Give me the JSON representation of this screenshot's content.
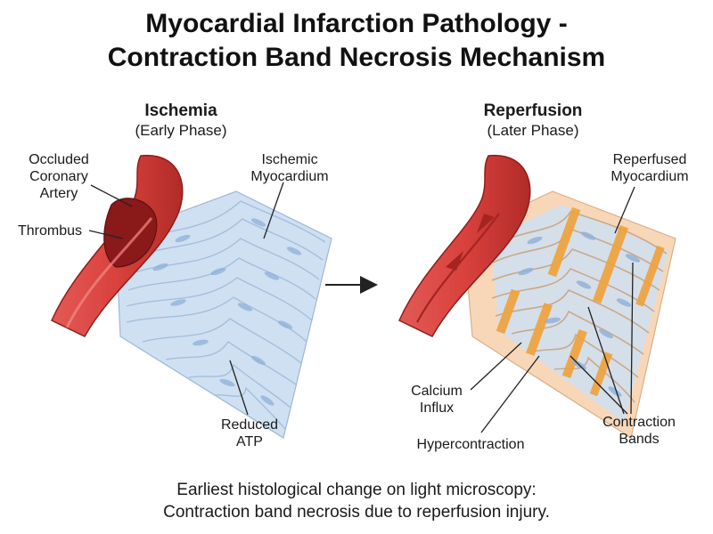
{
  "title": {
    "line1": "Myocardial Infarction Pathology -",
    "line2": "Contraction Band Necrosis Mechanism"
  },
  "left_panel": {
    "heading": "Ischemia",
    "subheading": "(Early Phase)",
    "labels": {
      "occluded_line1": "Occluded",
      "occluded_line2": "Coronary",
      "occluded_line3": "Artery",
      "thrombus": "Thrombus",
      "ischemic_line1": "Ischemic",
      "ischemic_line2": "Myocardium",
      "reduced_line1": "Reduced",
      "reduced_line2": "ATP"
    }
  },
  "right_panel": {
    "heading": "Reperfusion",
    "subheading": "(Later Phase)",
    "labels": {
      "reperfused_line1": "Reperfused",
      "reperfused_line2": "Myocardium",
      "calcium_line1": "Calcium",
      "calcium_line2": "Influx",
      "hypercontraction": "Hypercontraction",
      "bands_line1": "Contraction",
      "bands_line2": "Bands"
    }
  },
  "caption": {
    "line1": "Earliest histological change on light microscopy:",
    "line2": "Contraction band necrosis due to reperfusion injury."
  },
  "colors": {
    "artery": "#d9413d",
    "artery_dark": "#a42420",
    "thrombus": "#8a1a1a",
    "ischemic_tissue": "#cfe0f2",
    "reperfused_bg": "#f8d7b8",
    "contraction_band": "#f0a23a",
    "nucleus": "#7f9fd0"
  }
}
